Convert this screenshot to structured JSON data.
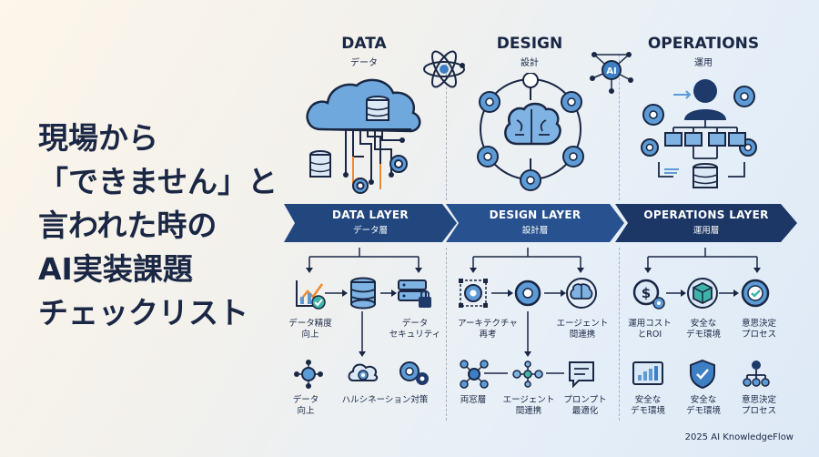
{
  "title_lines": [
    "現場から",
    "「できません」と",
    "言われた時の",
    "AI実装課題",
    "チェックリスト"
  ],
  "columns": [
    {
      "en": "DATA",
      "jp": "データ"
    },
    {
      "en": "DESIGN",
      "jp": "設計"
    },
    {
      "en": "OPERATIONS",
      "jp": "運用"
    }
  ],
  "layers": [
    {
      "en": "DATA LAYER",
      "jp": "データ層"
    },
    {
      "en": "DESIGN LAYER",
      "jp": "設計層"
    },
    {
      "en": "OPERATIONS LAYER",
      "jp": "運用層"
    }
  ],
  "data_items": {
    "accuracy": [
      "データ精度",
      "向上"
    ],
    "security": [
      "データ",
      "セキュリティ"
    ],
    "improve": [
      "データ",
      "向上"
    ],
    "hallucination": "ハルシネーション対策"
  },
  "design_items": {
    "architecture": [
      "アーキテクチャ",
      "再考"
    ],
    "agent_link_top": [
      "エージェント",
      "間連携"
    ],
    "layer": "両窓層",
    "agent_link_bottom": [
      "エージェント",
      "間連携"
    ],
    "prompt": [
      "プロンプト",
      "最適化"
    ]
  },
  "ops_items": {
    "cost": [
      "運用コスト",
      "とROI"
    ],
    "safe_demo_top": [
      "安全な",
      "デモ環境"
    ],
    "decision_top": [
      "意思決定",
      "プロセス"
    ],
    "safe_demo_bottom_left": [
      "安全な",
      "デモ環境"
    ],
    "safe_demo_bottom_mid": [
      "安全な",
      "デモ環境"
    ],
    "decision_bottom": [
      "意思決定",
      "プロセス"
    ]
  },
  "footer": "2025 AI KnowledgeFlow",
  "colors": {
    "navy": "#1a2744",
    "band_dark": "#1e3a6b",
    "band_mid": "#2a5a9a",
    "accent_blue": "#3d7fc4",
    "accent_orange": "#f08a2c",
    "teal": "#3fb3a8"
  }
}
